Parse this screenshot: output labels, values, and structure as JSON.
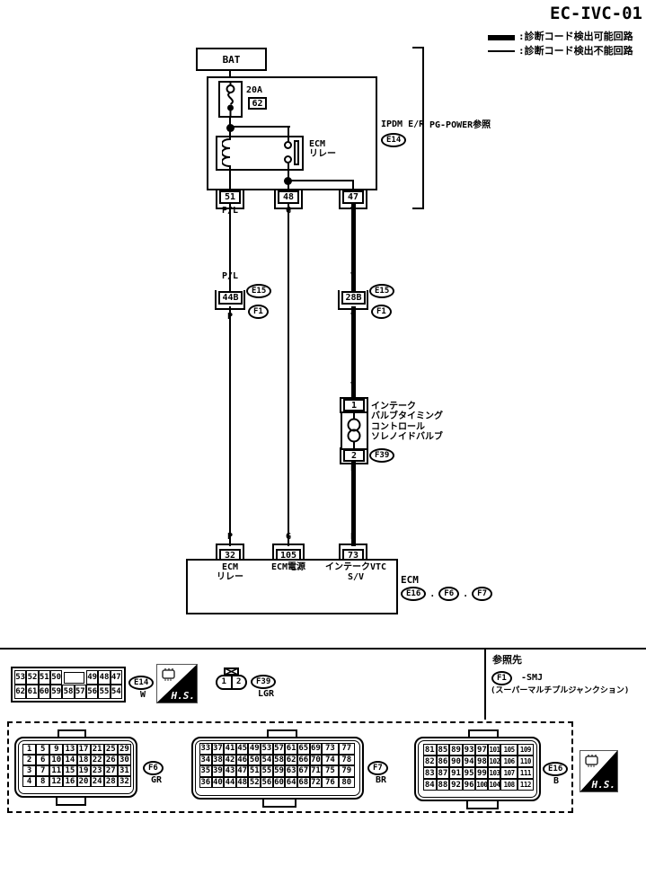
{
  "title": "EC-IVC-01",
  "legend": {
    "detectable": ":診断コード検出可能回路",
    "undetectable": ":診断コード検出不能回路"
  },
  "power": {
    "bat": "BAT",
    "fuse_amp": "20A",
    "fuse_no": "62"
  },
  "ipdm": {
    "name": "IPDM E/R",
    "conn": "E14",
    "ref": "PG-POWER参照"
  },
  "relay": {
    "l1": "ECM",
    "l2": "リレー"
  },
  "pins": {
    "p51": "51",
    "p48": "48",
    "p47": "47"
  },
  "wires": {
    "pl": "P/L",
    "g": "G",
    "v": "V",
    "p": "P"
  },
  "joint": {
    "left": "44B",
    "right": "28B",
    "top": "E15",
    "bottom": "F1"
  },
  "sol": {
    "p1": "1",
    "p2": "2",
    "l1": "インテーク",
    "l2": "バルブタイミング",
    "l3": "コントロール",
    "l4": "ソレノイドバルブ",
    "conn": "F39"
  },
  "ecm": {
    "p32": "32",
    "p105": "105",
    "p73": "73",
    "lbl32a": "ECM",
    "lbl32b": "リレー",
    "lbl105": "ECM電源",
    "lbl73a": "インテークVTC",
    "lbl73b": "S/V",
    "name": "ECM",
    "c1": "E16",
    "c2": "F6",
    "c3": "F7",
    "sep": "."
  },
  "footer": {
    "e14": {
      "conn": "E14",
      "color": "W",
      "grid": [
        [
          "53",
          "52",
          "51",
          "50",
          {
            "span": 2
          },
          "49",
          "48",
          "47"
        ],
        [
          "62",
          "61",
          "60",
          "59",
          "58",
          "57",
          "56",
          "55",
          "54"
        ]
      ]
    },
    "f39": {
      "conn": "F39",
      "color": "LGR",
      "p1": "1",
      "p2": "2"
    },
    "ref": {
      "heading": "参照先",
      "conn": "F1",
      "smj": "-SMJ",
      "note": "(スーパーマルチプルジャンクション)"
    },
    "hs": "H.S."
  },
  "views": {
    "f6": {
      "conn": "F6",
      "color": "GR",
      "grid": [
        [
          "1",
          "5",
          "9",
          "13",
          "17",
          "21",
          "25",
          "29"
        ],
        [
          "2",
          "6",
          "10",
          "14",
          "18",
          "22",
          "26",
          "30"
        ],
        [
          "3",
          "7",
          "11",
          "15",
          "19",
          "23",
          "27",
          "31"
        ],
        [
          "4",
          "8",
          "12",
          "16",
          "20",
          "24",
          "28",
          "32"
        ]
      ]
    },
    "f7": {
      "conn": "F7",
      "color": "BR",
      "grid": [
        [
          "33",
          "37",
          "41",
          "45",
          "49",
          "53",
          "57",
          "61",
          "65",
          "69",
          "73",
          "77"
        ],
        [
          "34",
          "38",
          "42",
          "46",
          "50",
          "54",
          "58",
          "62",
          "66",
          "70",
          "74",
          "78"
        ],
        [
          "35",
          "39",
          "43",
          "47",
          "51",
          "55",
          "59",
          "63",
          "67",
          "71",
          "75",
          "79"
        ],
        [
          "36",
          "40",
          "44",
          "48",
          "52",
          "56",
          "60",
          "64",
          "68",
          "72",
          "76",
          "80"
        ]
      ]
    },
    "e16": {
      "conn": "E16",
      "color": "B",
      "grid": [
        [
          "81",
          "85",
          "89",
          "93",
          "97",
          "101",
          "105",
          "109"
        ],
        [
          "82",
          "86",
          "90",
          "94",
          "98",
          "102",
          "106",
          "110"
        ],
        [
          "83",
          "87",
          "91",
          "95",
          "99",
          "103",
          "107",
          "111"
        ],
        [
          "84",
          "88",
          "92",
          "96",
          "100",
          "104",
          "108",
          "112"
        ]
      ]
    }
  }
}
